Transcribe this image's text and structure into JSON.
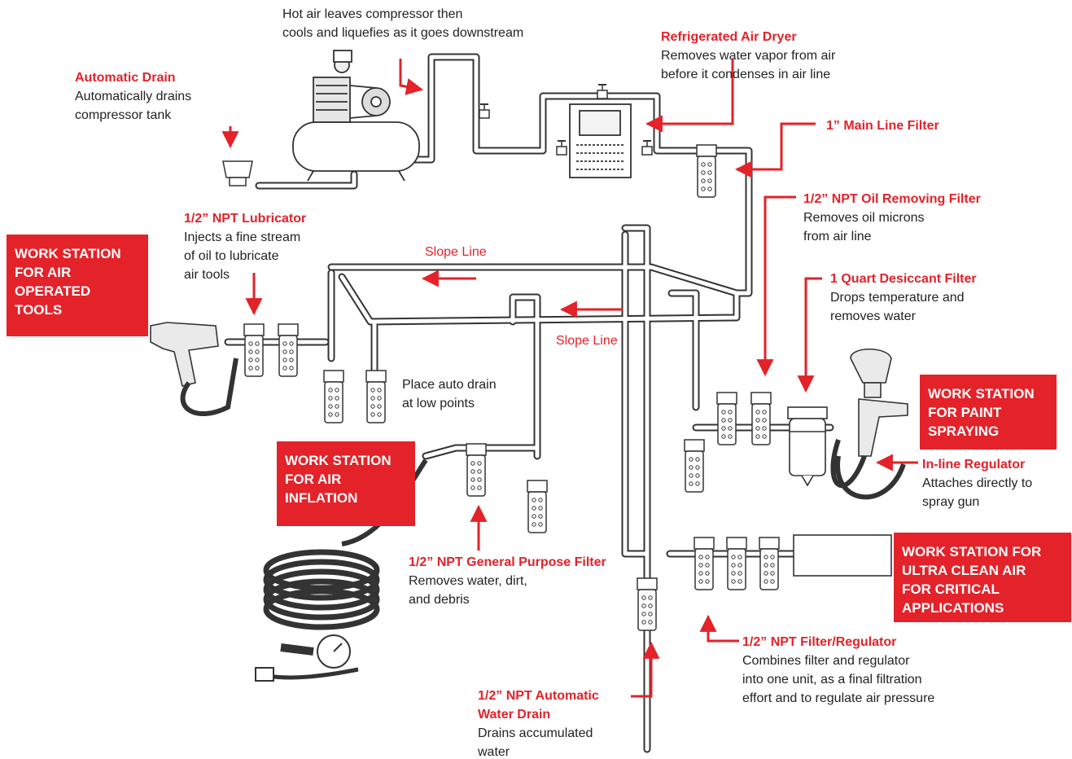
{
  "colors": {
    "accent": "#e3222a",
    "text": "#222222",
    "line": "#333333",
    "box_text": "#ffffff"
  },
  "callouts": {
    "automatic_drain": {
      "title": "Automatic Drain",
      "desc": "Automatically drains\ncompressor tank"
    },
    "hot_air": {
      "desc": "Hot air leaves compressor then\ncools and liquefies as it goes downstream"
    },
    "refrigerated_dryer": {
      "title": "Refrigerated Air Dryer",
      "desc": "Removes water vapor from air\nbefore it condenses in air line"
    },
    "main_line_filter": {
      "title": "1” Main Line Filter"
    },
    "oil_removing_filter": {
      "title": "1/2” NPT Oil Removing Filter",
      "desc": "Removes oil microns\nfrom air line"
    },
    "desiccant_filter": {
      "title": "1 Quart Desiccant Filter",
      "desc": "Drops temperature and\nremoves water"
    },
    "lubricator": {
      "title": "1/2” NPT Lubricator",
      "desc": "Injects a fine stream\nof oil to lubricate\nair tools"
    },
    "inline_regulator": {
      "title": "In-line Regulator",
      "desc": "Attaches directly to\nspray gun"
    },
    "general_purpose_filter": {
      "title": "1/2” NPT General Purpose Filter",
      "desc": "Removes water, dirt,\nand debris"
    },
    "filter_regulator": {
      "title": "1/2” NPT Filter/Regulator",
      "desc": "Combines filter and regulator\ninto one unit, as a final filtration\neffort and to regulate air pressure"
    },
    "automatic_water_drain": {
      "title": "1/2” NPT Automatic Water Drain",
      "desc": "Drains accumulated\nwater"
    }
  },
  "notes": {
    "auto_drain": "Place auto drain\nat low points"
  },
  "slope_labels": {
    "upper": "Slope Line",
    "lower": "Slope Line"
  },
  "work_stations": {
    "air_tools": "WORK STATION\nFOR AIR\nOPERATED\nTOOLS",
    "paint": "WORK STATION\nFOR PAINT\nSPRAYING",
    "inflation": "WORK STATION\nFOR AIR\nINFLATION",
    "ultra_clean": "WORK STATION FOR\nULTRA CLEAN AIR\nFOR CRITICAL\nAPPLICATIONS"
  }
}
